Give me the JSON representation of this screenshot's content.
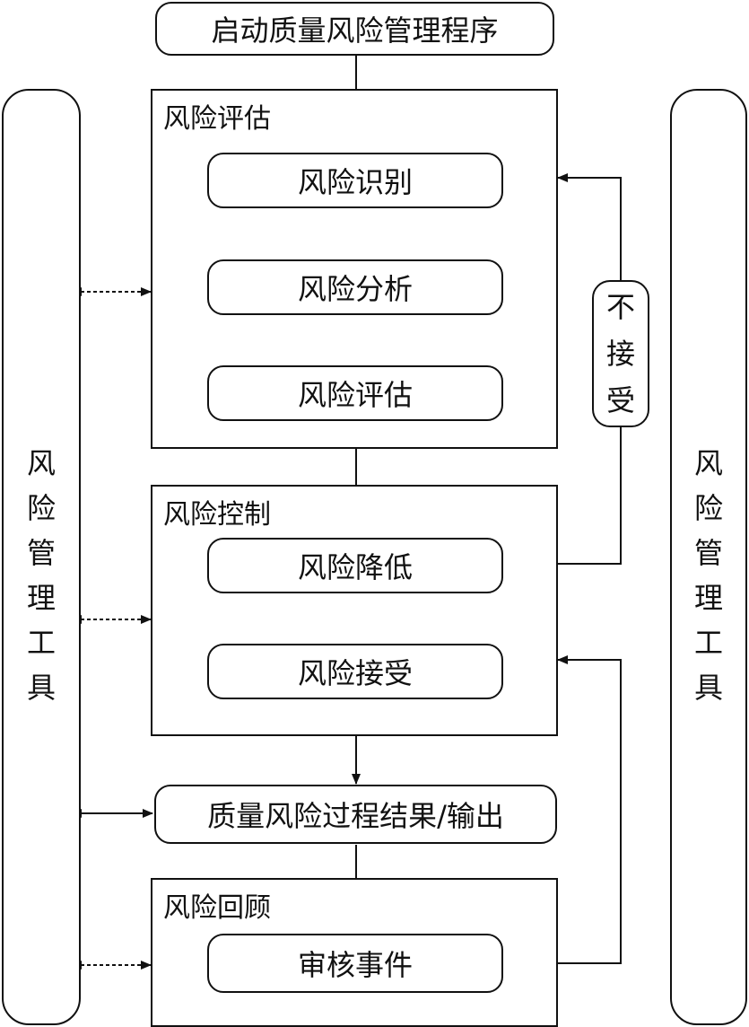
{
  "start": "启动质量风险管理程序",
  "assessment": {
    "group_label": "风险评估",
    "steps": [
      "风险识别",
      "风险分析",
      "风险评估"
    ]
  },
  "control": {
    "group_label": "风险控制",
    "steps": [
      "风险降低",
      "风险接受"
    ]
  },
  "output": "质量风险过程结果/输出",
  "review": {
    "group_label": "风险回顾",
    "steps": [
      "审核事件"
    ]
  },
  "side_label": [
    "风",
    "险",
    "管",
    "理",
    "工",
    "具"
  ],
  "reject_label": [
    "不",
    "接",
    "受"
  ]
}
